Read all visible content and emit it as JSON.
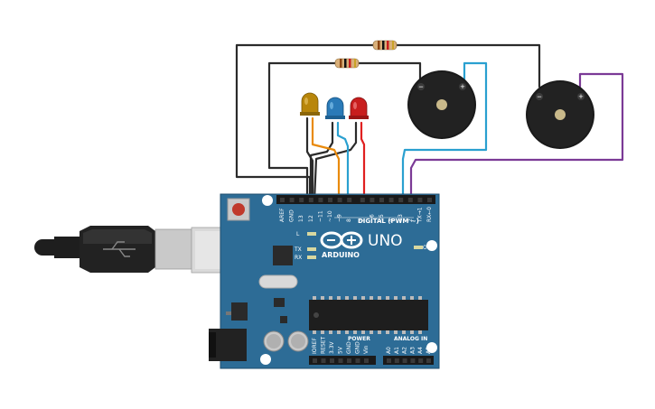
{
  "board": {
    "brand": "ARDUINO",
    "model": "UNO",
    "digital_header": "DIGITAL (PWM ~)",
    "power_header": "POWER",
    "analog_header": "ANALOG IN",
    "on_label": "ON",
    "led_l": "L",
    "led_tx": "TX",
    "led_rx": "RX",
    "digital_pins": [
      "AREF",
      "GND",
      "13",
      "12",
      "~11",
      "~10",
      "~9",
      "8",
      "7",
      "~6",
      "~5",
      "4",
      "~3",
      "2",
      "TX→1",
      "RX←0"
    ],
    "power_pins": [
      "IOREF",
      "RESET",
      "3.3V",
      "5V",
      "GND",
      "GND",
      "Vin"
    ],
    "analog_pins": [
      "A0",
      "A1",
      "A2",
      "A3",
      "A4",
      "A5"
    ]
  },
  "components": {
    "leds": [
      {
        "color_name": "orange",
        "color": "#b8860b"
      },
      {
        "color_name": "blue",
        "color": "#2a7ab8"
      },
      {
        "color_name": "red",
        "color": "#c81e1e"
      }
    ],
    "buzzers": [
      {
        "minus": "−",
        "plus": "+"
      },
      {
        "minus": "−",
        "plus": "+"
      }
    ],
    "resistors": 2
  },
  "colors": {
    "board": "#2d6c96",
    "board_dark": "#1f4e6e",
    "wire_black": "#2b2b2b",
    "wire_orange": "#e98a0c",
    "wire_red": "#e02020",
    "wire_blue": "#2aa0d0",
    "wire_purple": "#7b3a96"
  }
}
